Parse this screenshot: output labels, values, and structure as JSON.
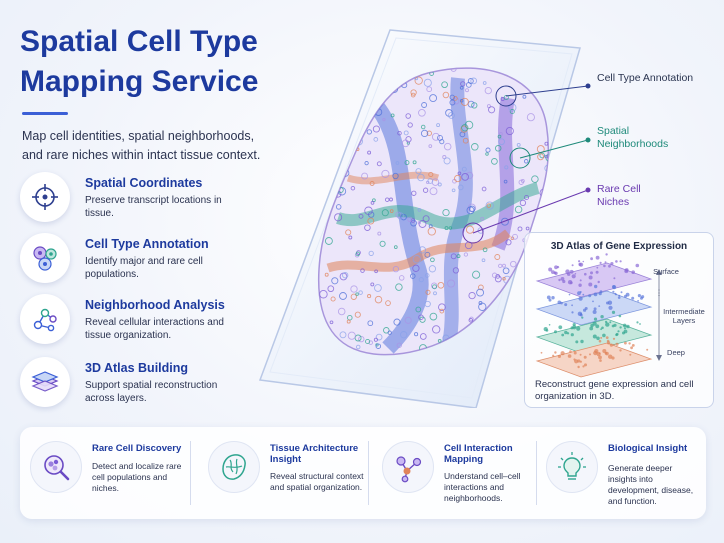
{
  "header": {
    "title": "Spatial Cell Type Mapping Service",
    "subtitle": "Map cell identities, spatial neighborhoods, and rare niches within intact tissue context."
  },
  "features": [
    {
      "icon": "crosshair-icon",
      "title": "Spatial Coordinates",
      "desc": "Preserve transcript locations in tissue."
    },
    {
      "icon": "cell-cluster-icon",
      "title": "Cell Type Annotation",
      "desc": "Identify major and rare cell populations."
    },
    {
      "icon": "network-nodes-icon",
      "title": "Neighborhood Analysis",
      "desc": "Reveal cellular interactions and tissue organization."
    },
    {
      "icon": "layers-icon",
      "title": "3D Atlas Building",
      "desc": "Support spatial reconstruction across layers."
    }
  ],
  "callouts": [
    {
      "label": "Cell Type Annotation",
      "color": "#2e3f8f"
    },
    {
      "label": "Spatial Neighborhoods",
      "color": "#1e8a7a"
    },
    {
      "label": "Rare Cell Niches",
      "color": "#6a3ab0"
    }
  ],
  "atlas": {
    "title": "3D Atlas of Gene Expression",
    "layers": [
      "Surface",
      "Intermediate Layers",
      "Deep"
    ],
    "desc": "Reconstruct gene expression and cell organization in 3D."
  },
  "bottom_cards": [
    {
      "icon": "magnifier-cells-icon",
      "title": "Rare Cell Discovery",
      "desc": "Detect and localize rare cell populations and niches."
    },
    {
      "icon": "tissue-outline-icon",
      "title": "Tissue Architecture Insight",
      "desc": "Reveal structural context and spatial organization."
    },
    {
      "icon": "interaction-graph-icon",
      "title": "Cell Interaction Mapping",
      "desc": "Understand cell–cell interactions and neighborhoods."
    },
    {
      "icon": "lightbulb-icon",
      "title": "Biological Insight",
      "desc": "Generate deeper insights into development, disease, and function."
    }
  ],
  "colors": {
    "brand": "#1d3a9e",
    "accent": "#3b5fd6",
    "purple": "#7b5cd6",
    "teal": "#2fa58f",
    "orange": "#e0835a",
    "blue": "#4d6fd8"
  }
}
